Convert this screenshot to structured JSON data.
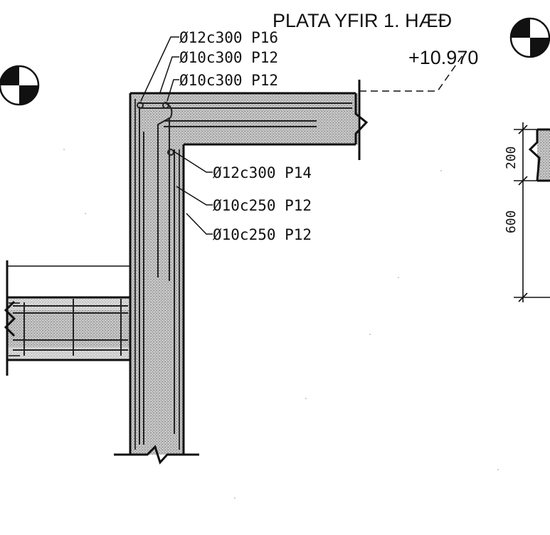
{
  "drawing": {
    "title": "PLATA YFIR 1. HÆÐ",
    "elevation": "+10.970",
    "rebar_callouts_top": [
      "Ø12c300 P16",
      "Ø10c300 P12",
      "Ø10c300 P12"
    ],
    "rebar_callouts_wall": [
      "Ø12c300 P14",
      "Ø10c250 P12",
      "Ø10c250 P12"
    ],
    "dimensions": [
      "200",
      "600"
    ],
    "colors": {
      "line": "#111111",
      "concrete_fill": "#b4b4b4",
      "background": "#ffffff"
    },
    "icons": [
      "section-marker-icon",
      "break-line-icon"
    ]
  }
}
